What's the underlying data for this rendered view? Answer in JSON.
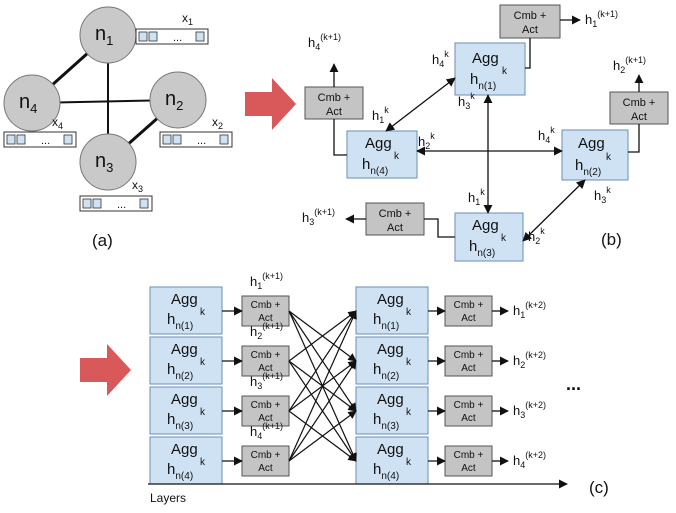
{
  "panel_labels": {
    "a": "(a)",
    "b": "(b)",
    "c": "(c)"
  },
  "graph_nodes": [
    {
      "id": "n1",
      "base": "n",
      "sub": "1",
      "feature": "x",
      "feature_sub": "1"
    },
    {
      "id": "n2",
      "base": "n",
      "sub": "2",
      "feature": "x",
      "feature_sub": "2"
    },
    {
      "id": "n3",
      "base": "n",
      "sub": "3",
      "feature": "x",
      "feature_sub": "3"
    },
    {
      "id": "n4",
      "base": "n",
      "sub": "4",
      "feature": "x",
      "feature_sub": "4"
    }
  ],
  "feature_vector_ellipsis": "...",
  "agg_label": "Agg",
  "h_label": "h",
  "agg_sub_prefix": "n(",
  "agg_sub_suffix": ")",
  "k_sup": "k",
  "cmb_label_line1": "Cmb +",
  "cmb_label_line2": "Act",
  "output_sup_b": "(k+1)",
  "output_sup_c1": "(k+1)",
  "output_sup_c2": "(k+2)",
  "indices": [
    "1",
    "2",
    "3",
    "4"
  ],
  "layers_label": "Layers",
  "continuation": "...",
  "colors": {
    "node_fill": "#c9c9c9",
    "agg_fill": "#cfe2f3",
    "agg_stroke": "#6a8fb5",
    "cmb_fill": "#c4c4c4",
    "arrow": "#d9595a",
    "feature_cell": "#cfe2f3"
  }
}
